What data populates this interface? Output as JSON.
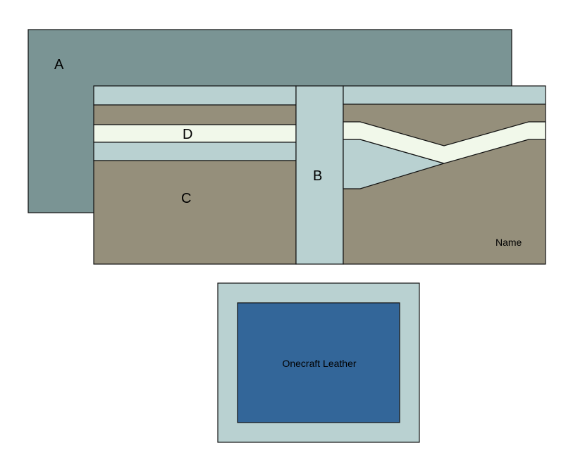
{
  "labels": {
    "a": "A",
    "b": "B",
    "c": "C",
    "d": "D",
    "name": "Name",
    "brand": "Onecraft Leather"
  },
  "colors": {
    "outer_panel": "#7a9494",
    "light_blue": "#b9d1d1",
    "brown": "#958f7b",
    "cream": "#f1f8ea",
    "dark_blue": "#336699",
    "stroke": "#111111"
  }
}
